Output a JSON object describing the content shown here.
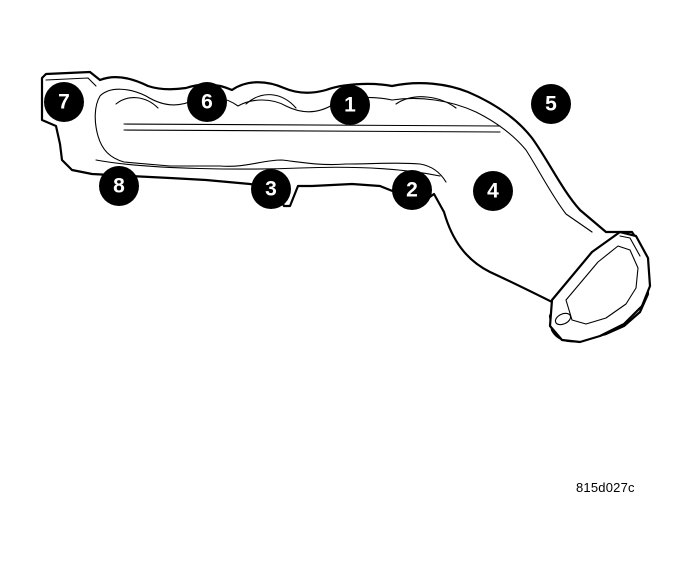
{
  "figure_id": "815d027c",
  "callouts": [
    {
      "label": "1"
    },
    {
      "label": "2"
    },
    {
      "label": "3"
    },
    {
      "label": "4"
    },
    {
      "label": "5"
    },
    {
      "label": "6"
    },
    {
      "label": "7"
    },
    {
      "label": "8"
    }
  ]
}
